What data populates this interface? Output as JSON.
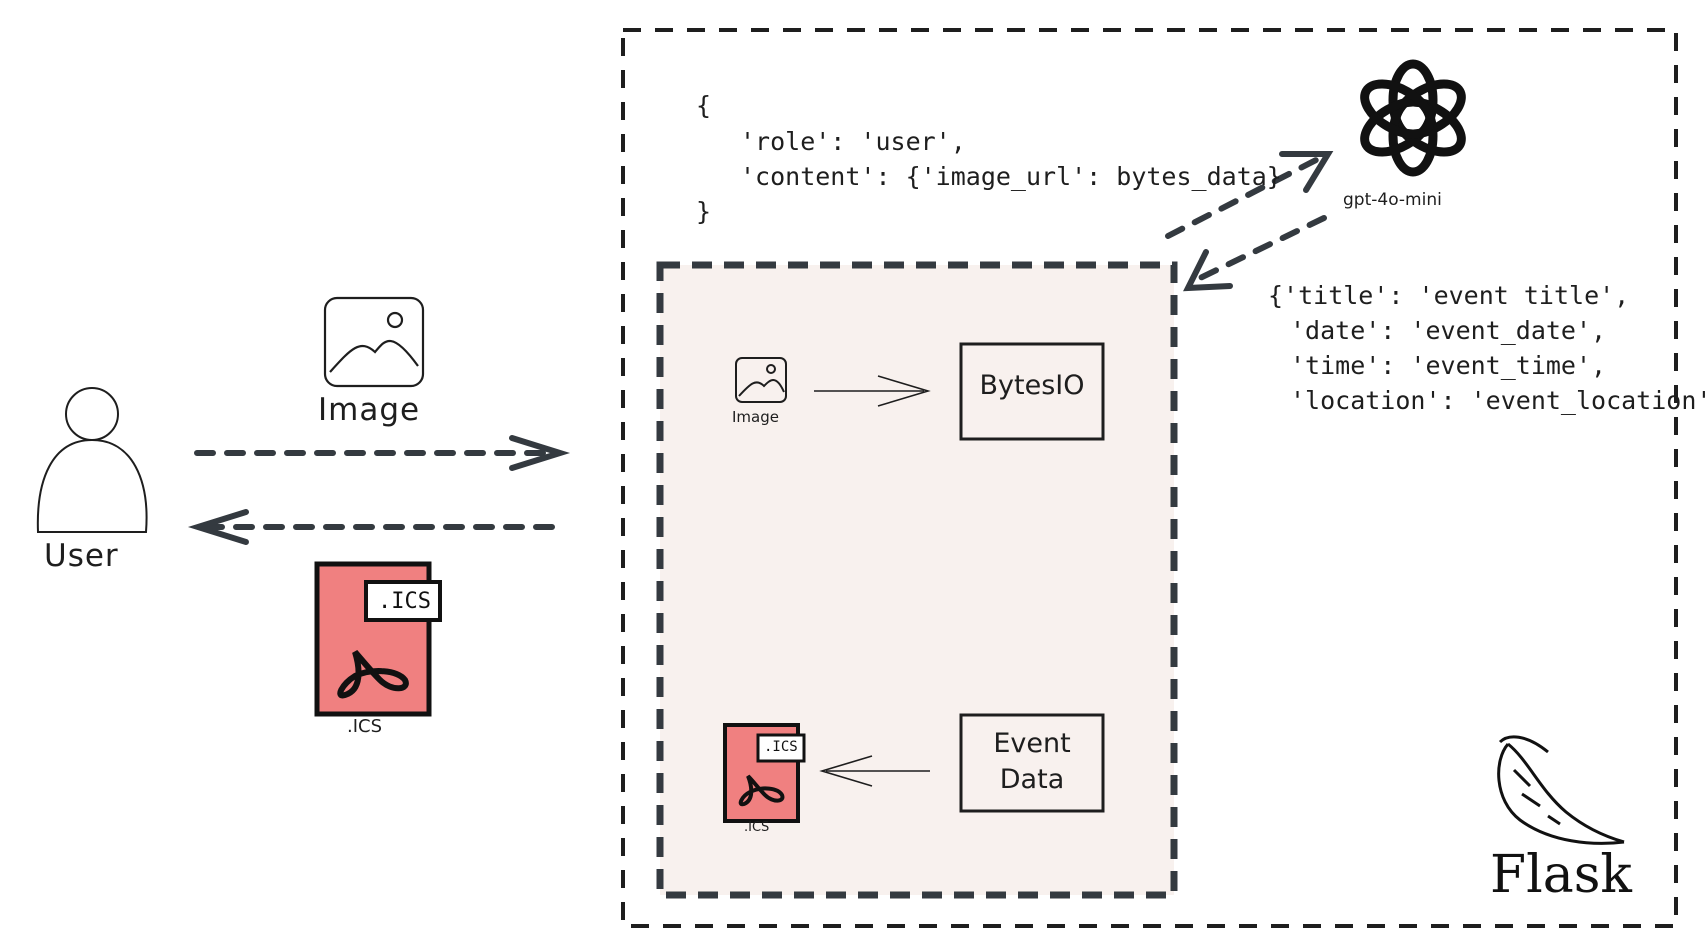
{
  "actor": {
    "label": "User"
  },
  "upload": {
    "label": "Image"
  },
  "download": {
    "label": ".ICS",
    "badge": ".ICS"
  },
  "flask": {
    "label": "Flask"
  },
  "request_payload": {
    "lines": [
      "{",
      "'role': 'user',",
      "'content': {'image_url': bytes_data}",
      "}"
    ]
  },
  "model": {
    "label": "gpt-4o-mini"
  },
  "response_payload": {
    "lines": [
      "{'title': 'event title',",
      "'date': 'event_date',",
      "'time': 'event_time',",
      "'location': 'event_location'}"
    ]
  },
  "inner": {
    "image_label": "Image",
    "bytesio_label": "BytesIO",
    "event_data_label": "Event\nData",
    "ics_label": ".ICS",
    "ics_badge": ".ICS"
  },
  "colors": {
    "stroke": "#1e1e1e",
    "dashed_arrow": "#343a40",
    "inner_fill": "#f8f1ee",
    "ics_fill": "#f08080"
  }
}
